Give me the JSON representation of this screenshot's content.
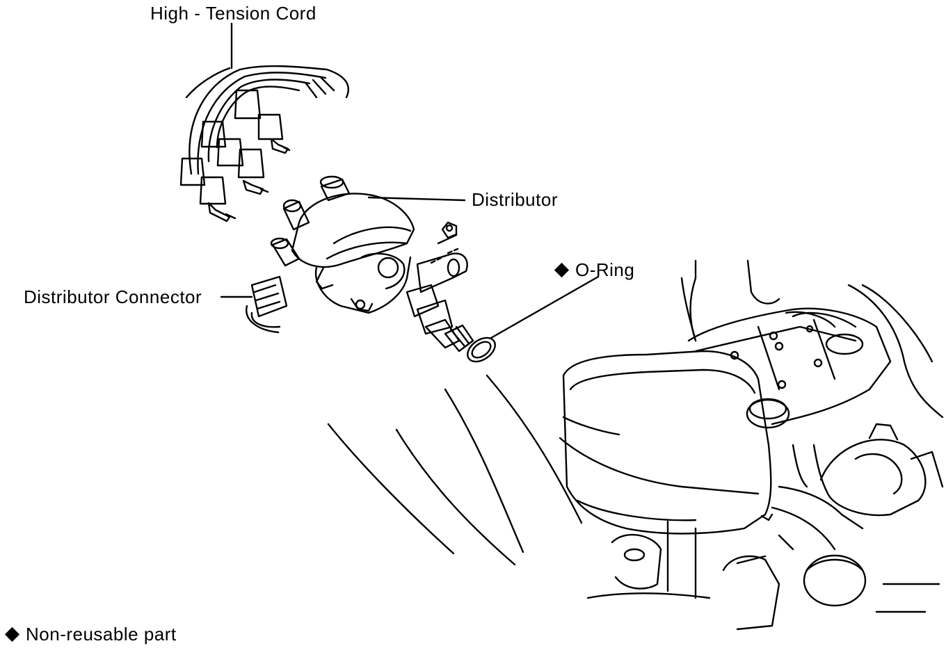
{
  "labels": {
    "high_tension_cord": "High - Tension Cord",
    "distributor": "Distributor",
    "o_ring": "O-Ring",
    "distributor_connector": "Distributor Connector",
    "legend": "Non-reusable part"
  },
  "legend_symbol": "diamond",
  "colors": {
    "ink": "#000000",
    "background": "#ffffff"
  }
}
